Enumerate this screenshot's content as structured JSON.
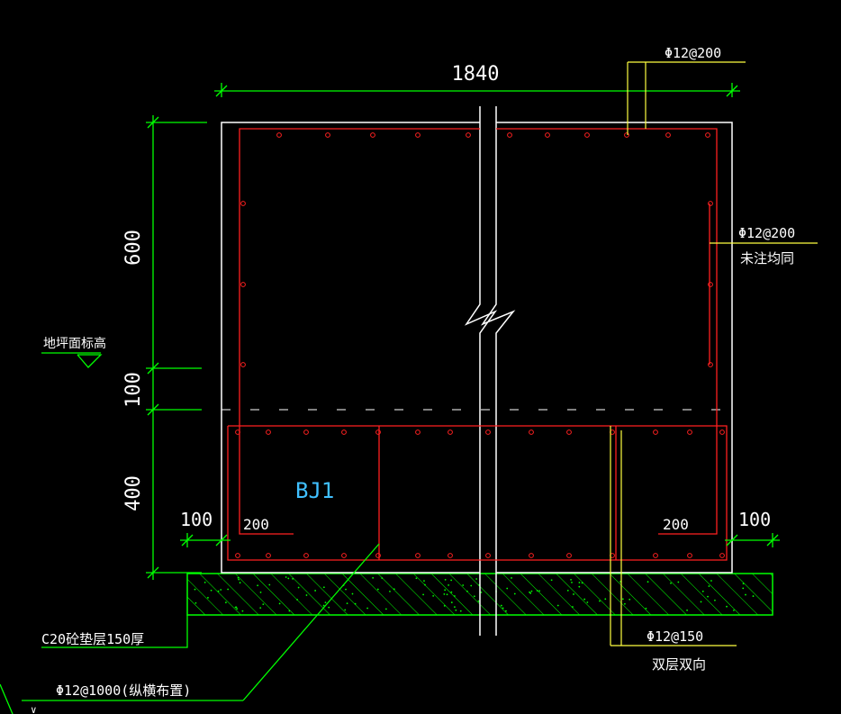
{
  "colors": {
    "background": "#000000",
    "outline": "#ffffff",
    "dimension": "#00ff00",
    "rebar": "#ff2020",
    "leader": "#ffff40",
    "tag": "#40c0ff"
  },
  "dimensions": {
    "top_width": "1840",
    "height_upper": "600",
    "height_mid": "100",
    "height_lower": "400",
    "left_offset": "100",
    "right_offset": "100",
    "left_hook": "200",
    "right_hook": "200"
  },
  "labels": {
    "top_rebar": "Φ12@200",
    "side_rebar": "Φ12@200",
    "side_note": "未注均同",
    "ground_level": "地坪面标高",
    "bottom_rebar": "Φ12@150",
    "bottom_note": "双层双向",
    "cushion": "C20砼垫层150厚",
    "long_rebar": "Φ12@1000(纵横布置)",
    "tag": "BJ1",
    "corner_text": "∨"
  },
  "icons": {
    "break_mark": "break-line-icon",
    "ground_symbol": "elevation-triangle-icon"
  }
}
